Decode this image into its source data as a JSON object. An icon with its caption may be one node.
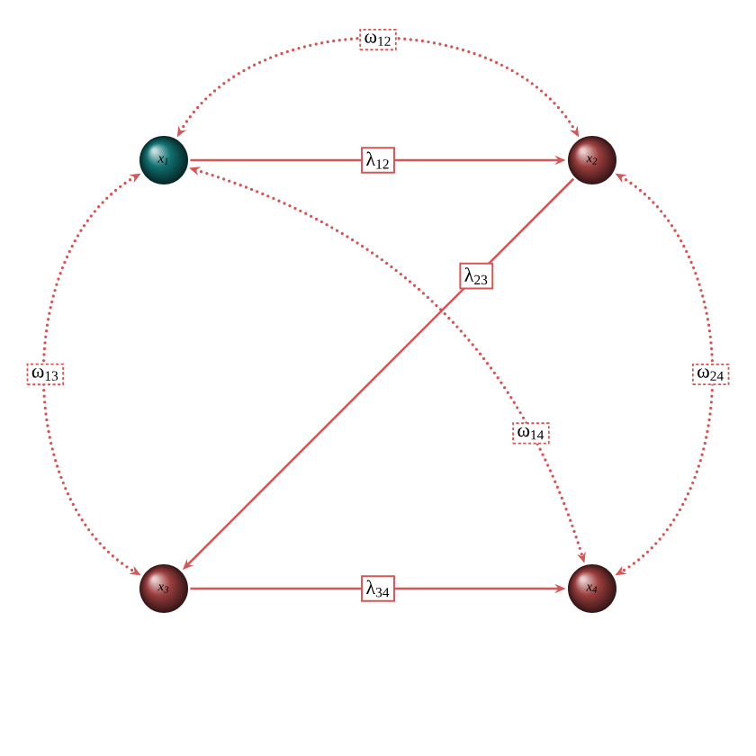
{
  "diagram": {
    "nodes": [
      {
        "text": [
          "x$_{1}$"
        ]
      },
      {
        "text": [
          "x$_{2}$"
        ]
      },
      {
        "text": [
          "x$_{3}$"
        ]
      },
      {
        "text": [
          "x$_{4}$"
        ]
      }
    ],
    "edges": [
      {
        "from": 0,
        "to": 1,
        "arrow": "to",
        "label": "λ$_{12}$"
      },
      {
        "from": 1,
        "to": 2,
        "arrow": "to",
        "label": "λ$_{23}$"
      },
      {
        "from": 2,
        "to": 3,
        "arrow": "to",
        "label": "λ$_{34}$"
      },
      {
        "from": 0,
        "to": 1,
        "arrow": "both",
        "label": "ω$_{12}$",
        "style": "dashed"
      },
      {
        "from": 0,
        "to": 2,
        "arrow": "both",
        "label": "ω$_{13}$",
        "style": "dashed"
      },
      {
        "from": 0,
        "to": 3,
        "arrow": "both",
        "label": "ω$_{14}$",
        "style": "dashed"
      },
      {
        "from": 1,
        "to": 3,
        "arrow": "both",
        "label": "ω$_{24}$",
        "style": "dashed"
      }
    ]
  }
}
